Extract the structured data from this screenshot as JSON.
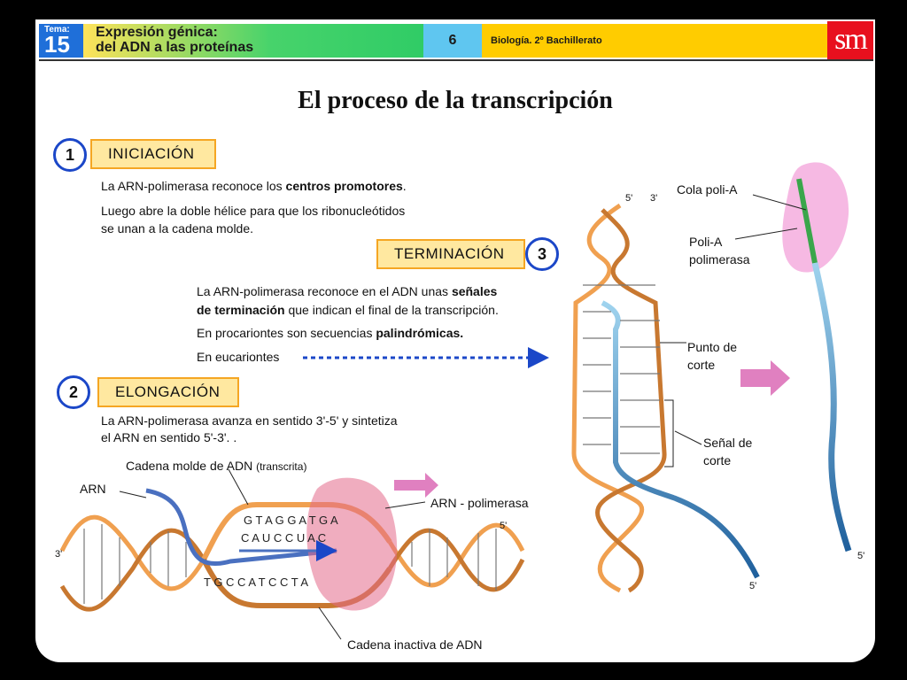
{
  "header": {
    "tema_label": "Tema:",
    "tema_number": "15",
    "topic_line1": "Expresión génica:",
    "topic_line2": "del ADN a las proteínas",
    "page_number": "6",
    "subject": "Biología. 2º Bachillerato",
    "logo": "sm"
  },
  "title": "El proceso de la transcripción",
  "initiation": {
    "number": "1",
    "label": "INICIACIÓN",
    "line1_pre": "La ARN-polimerasa reconoce los ",
    "line1_bold": "centros promotores",
    "line1_post": ".",
    "line2": "Luego abre la doble hélice para que los ribonucleótidos",
    "line3": "se unan a la cadena molde."
  },
  "termination": {
    "number": "3",
    "label": "TERMINACIÓN",
    "line1_pre": "La ARN-polimerasa reconoce en el ADN unas ",
    "line1_bold": "señales",
    "line2_bold": "de terminación",
    "line2_post": " que indican el final de la transcripción.",
    "line3_pre": "En procariontes son secuencias ",
    "line3_bold": "palindrómicas.",
    "line4": "En eucariontes"
  },
  "elongation": {
    "number": "2",
    "label": "ELONGACIÓN",
    "line1": "La ARN-polimerasa avanza en sentido 3'-5' y sintetiza",
    "line2": "el ARN en sentido 5'-3'. ."
  },
  "labels": {
    "arn": "ARN",
    "cadena_molde": "Cadena molde de ADN",
    "transcrita": "(transcrita)",
    "arn_polimerasa": "ARN - polimerasa",
    "cadena_inactiva": "Cadena inactiva de ADN",
    "cola_poli_a": "Cola poli-A",
    "poli_a_1": "Poli-A",
    "poli_a_2": "polimerasa",
    "punto_1": "Punto de",
    "punto_2": "corte",
    "senal_1": "Señal de",
    "senal_2": "corte",
    "five_prime": "5'",
    "three_prime": "3'"
  },
  "sequences": {
    "template_upper": "G T A G G A T G A",
    "rna_lower": "C A U C C U A C",
    "inactive_lower": "T G C C A T C C T A"
  },
  "colors": {
    "dna_strand": "#f0a050",
    "rna_strand": "#4a90d0",
    "polymerase": "#e46a8a",
    "highlight_box": "#ffe8a0",
    "circle_border": "#1b47c8",
    "arrow_pink": "#e080c0"
  }
}
